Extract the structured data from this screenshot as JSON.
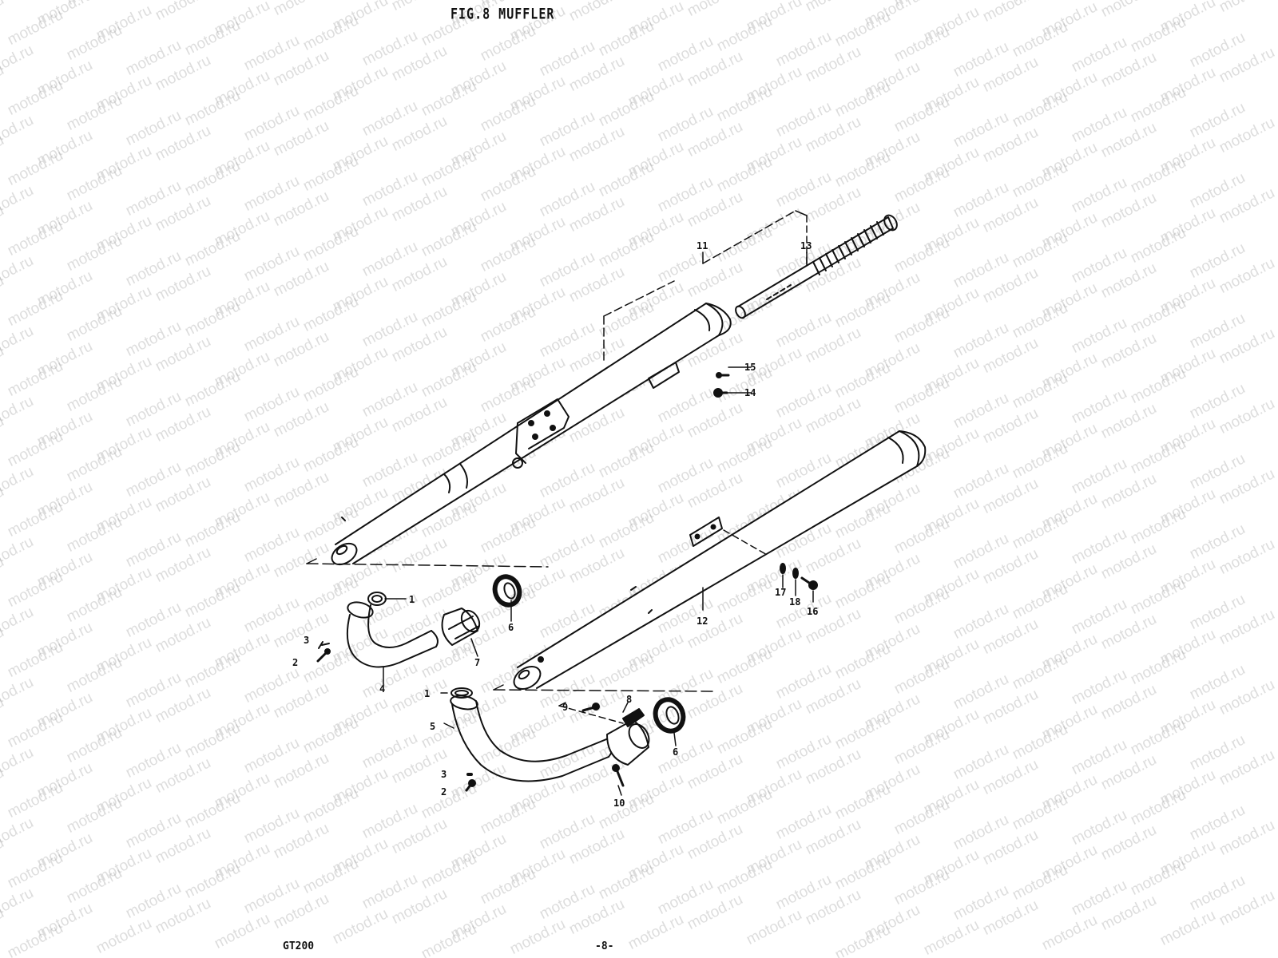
{
  "header": {
    "title": "FIG.8 MUFFLER"
  },
  "footer": {
    "model": "GT200",
    "page": "-8-"
  },
  "watermark": {
    "text": "motod.ru"
  },
  "callouts": {
    "c1a": "1",
    "c1b": "1",
    "c2a": "2",
    "c2b": "2",
    "c3a": "3",
    "c3b": "3",
    "c4": "4",
    "c5": "5",
    "c6a": "6",
    "c6b": "6",
    "c7": "7",
    "c8": "8",
    "c9": "9",
    "c10": "10",
    "c11": "11",
    "c12": "12",
    "c13": "13",
    "c14": "14",
    "c15": "15",
    "c16": "16",
    "c17": "17",
    "c18": "18"
  },
  "colors": {
    "ink": "#111111",
    "paper": "#ffffff",
    "watermark": "#9a9a9a"
  }
}
